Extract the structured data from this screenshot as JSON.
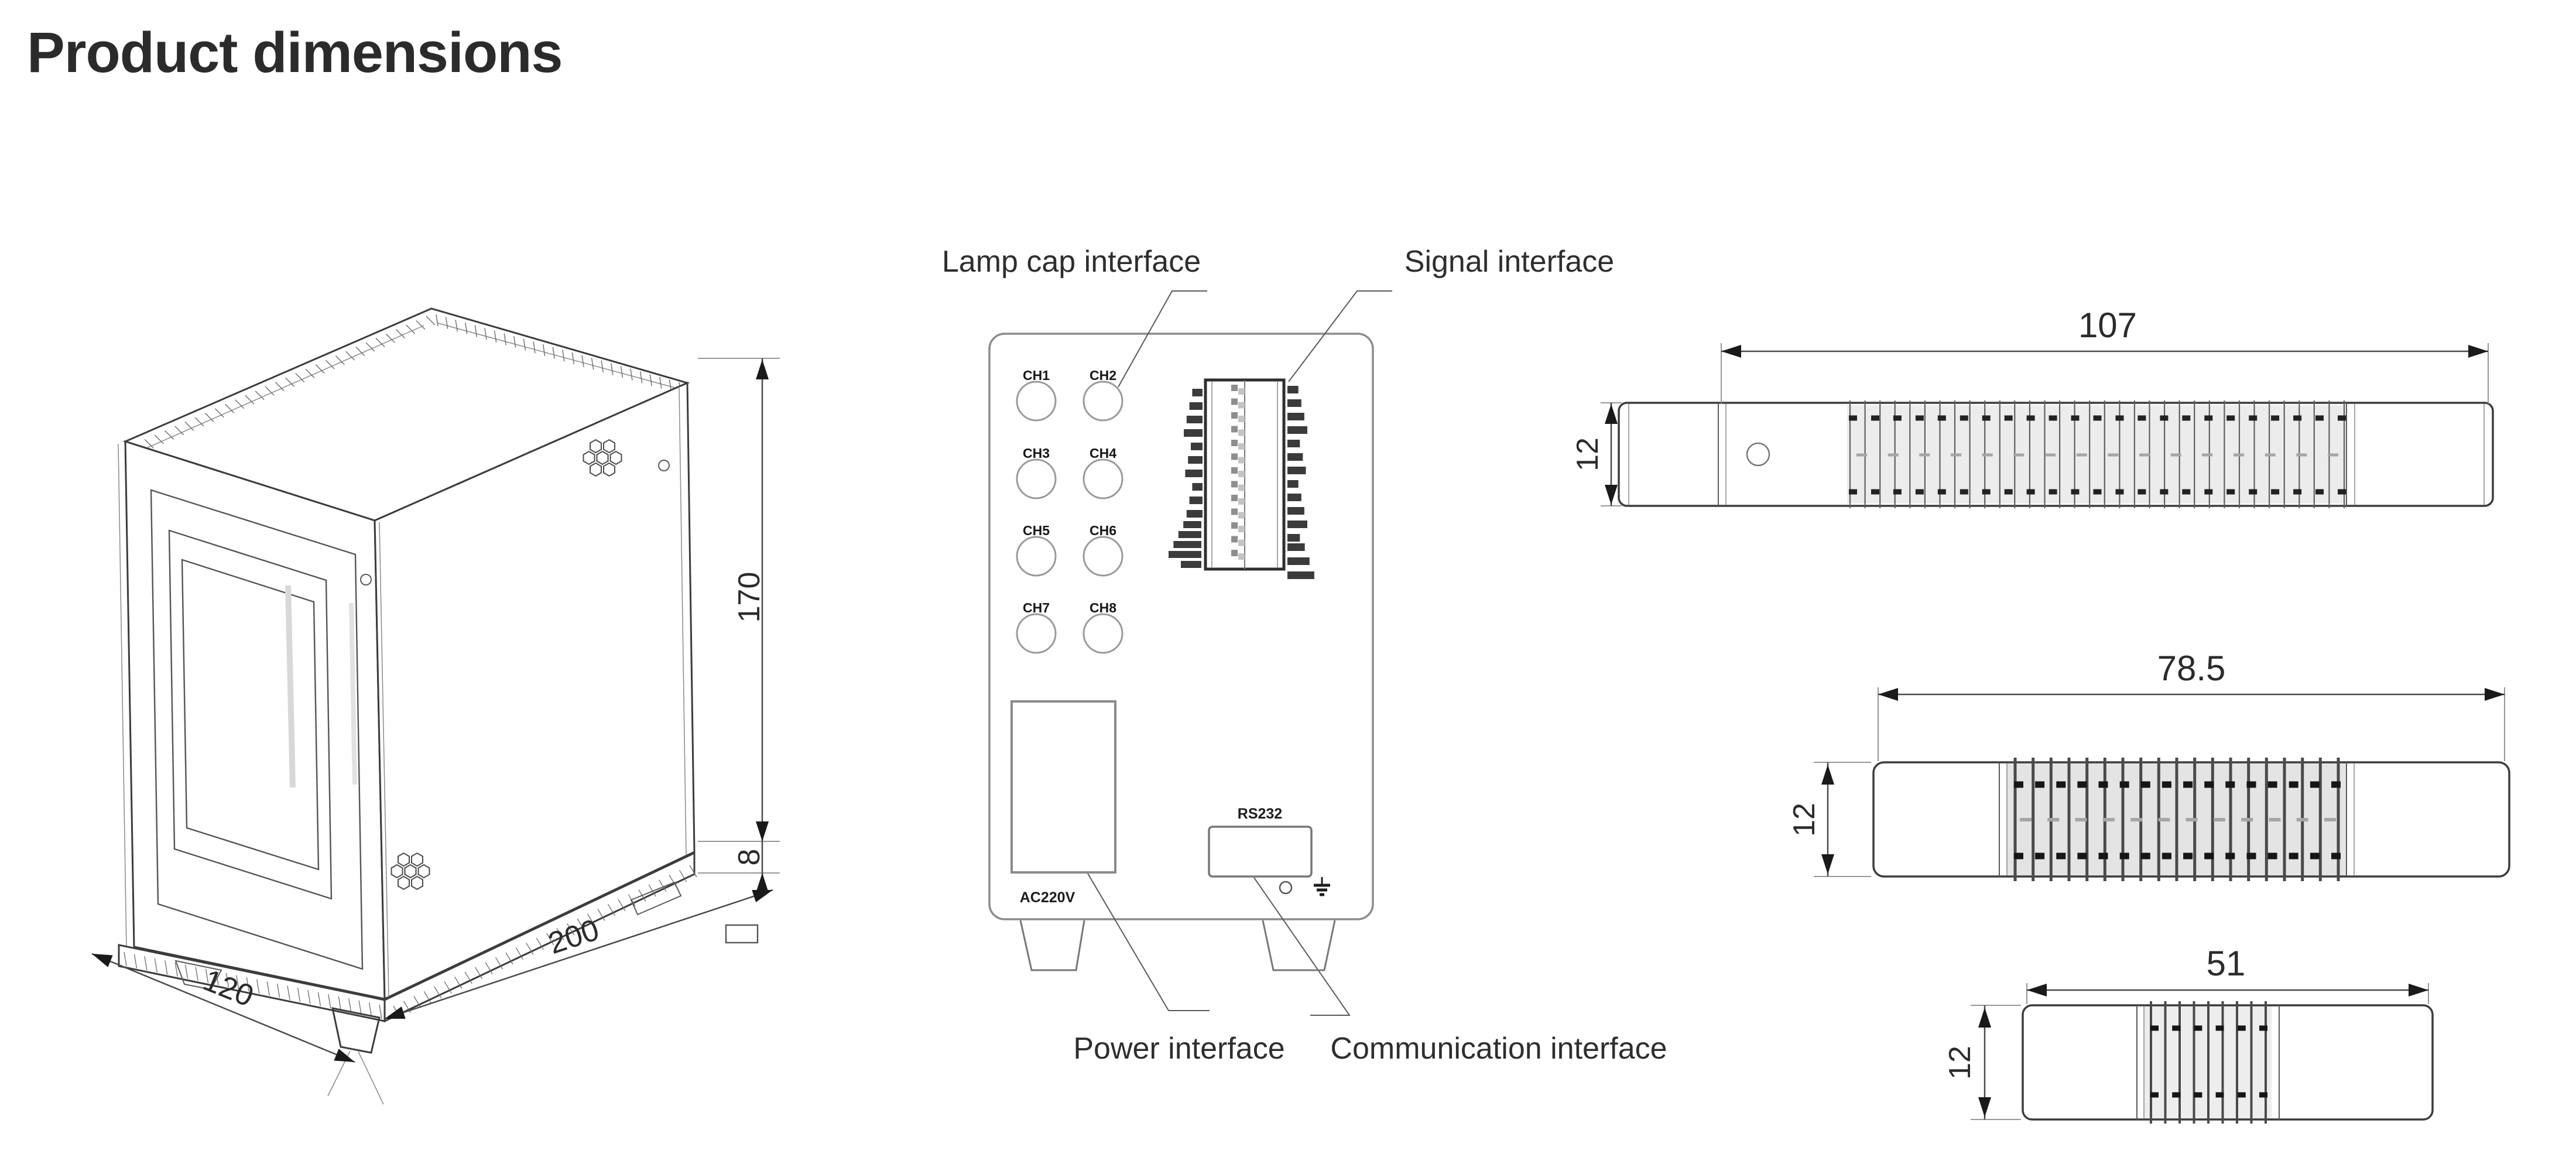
{
  "title": {
    "text": "Product dimensions"
  },
  "colors": {
    "title_blue": "#2b2caf",
    "line_dark": "#3c3c3c",
    "dim_text": "#2b2b2b"
  },
  "isometric": {
    "dim_height": "170",
    "dim_base": "8",
    "dim_depth": "200",
    "dim_width": "120"
  },
  "panel": {
    "callout_lamp": "Lamp cap interface",
    "callout_signal": "Signal interface",
    "callout_power": "Power interface",
    "callout_comm": "Communication interface",
    "channels": [
      "CH1",
      "CH2",
      "CH3",
      "CH4",
      "CH5",
      "CH6",
      "CH7",
      "CH8"
    ],
    "power_label": "AC220V",
    "comm_label": "RS232"
  },
  "views": [
    {
      "length": "107",
      "height": "12"
    },
    {
      "length": "78.5",
      "height": "12"
    },
    {
      "length": "51",
      "height": "12"
    }
  ]
}
